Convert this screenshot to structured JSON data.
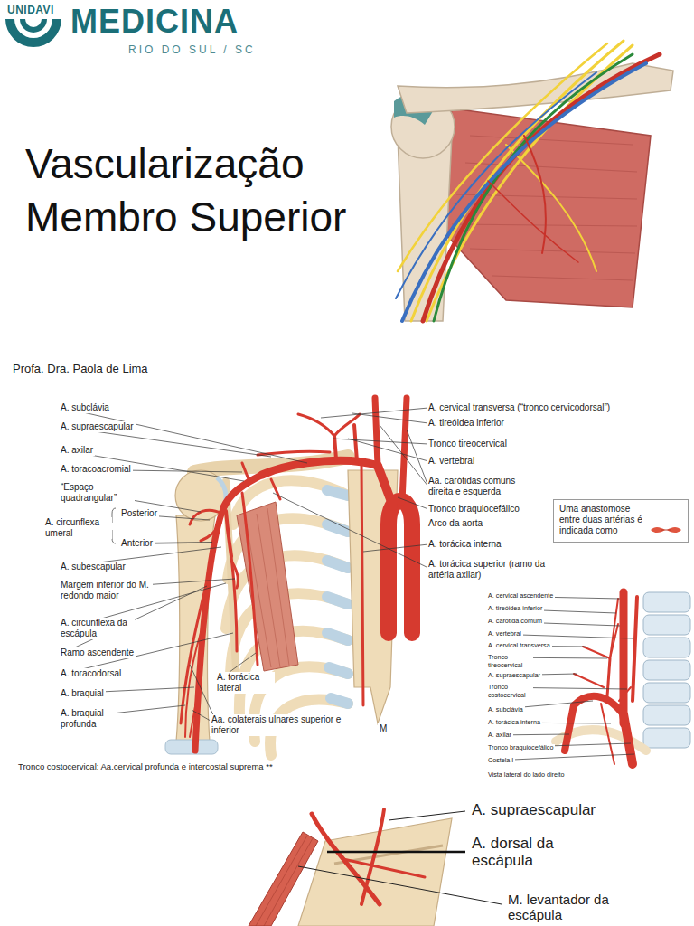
{
  "diagram": {
    "title": "Vascularização Membro Superior",
    "labels": [
      "UNIDAVI",
      "MEDICINA",
      "RIO DO SUL / SC",
      "Profa. Dra. Paola de Lima",
      "A. subclávia",
      "A. supraescapular",
      "A. axilar",
      "A. toracoacromial",
      "“Espaço quadrangular”",
      "A. circunflexa umeral",
      "Posterior",
      "Anterior",
      "A. subescapular",
      "Margem inferior do M. redondo maior",
      "A. circunflexa da escápula",
      "Ramo ascendente",
      "A. toracodorsal",
      "A. braquial",
      "A. braquial profunda",
      "A. torácica lateral",
      "Aa. colaterais ulnares superior e inferior",
      "M",
      "A. cervical transversa (“tronco cervicodorsal”)",
      "A. tireóidea inferior",
      "Tronco tireocervical",
      "A. vertebral",
      "Aa. carótidas comuns direita e esquerda",
      "Tronco braquiocefálico",
      "Arco da aorta",
      "A. torácica interna",
      "A. torácica superior (ramo da artéria axilar)",
      "A. cervical ascendente",
      "A. tireóidea inferior",
      "A. carótida comum",
      "A. vertebral",
      "A. cervical transversa",
      "Tronco tireocervical",
      "A. supraescapular",
      "Tronco costocervical",
      "A. subclávia",
      "A. torácica interna",
      "A. axilar",
      "Tronco braquiocefálico",
      "Costela I",
      "Vista lateral do lado direito",
      "Tronco costocervical: Aa.cervical profunda e intercostal suprema **",
      "A. supraescapular",
      "A. dorsal da escápula",
      "M. levantador da escápula"
    ],
    "legend": [
      {
        "text": "Uma anastomose entre duas artérias é indicada como"
      }
    ]
  }
}
